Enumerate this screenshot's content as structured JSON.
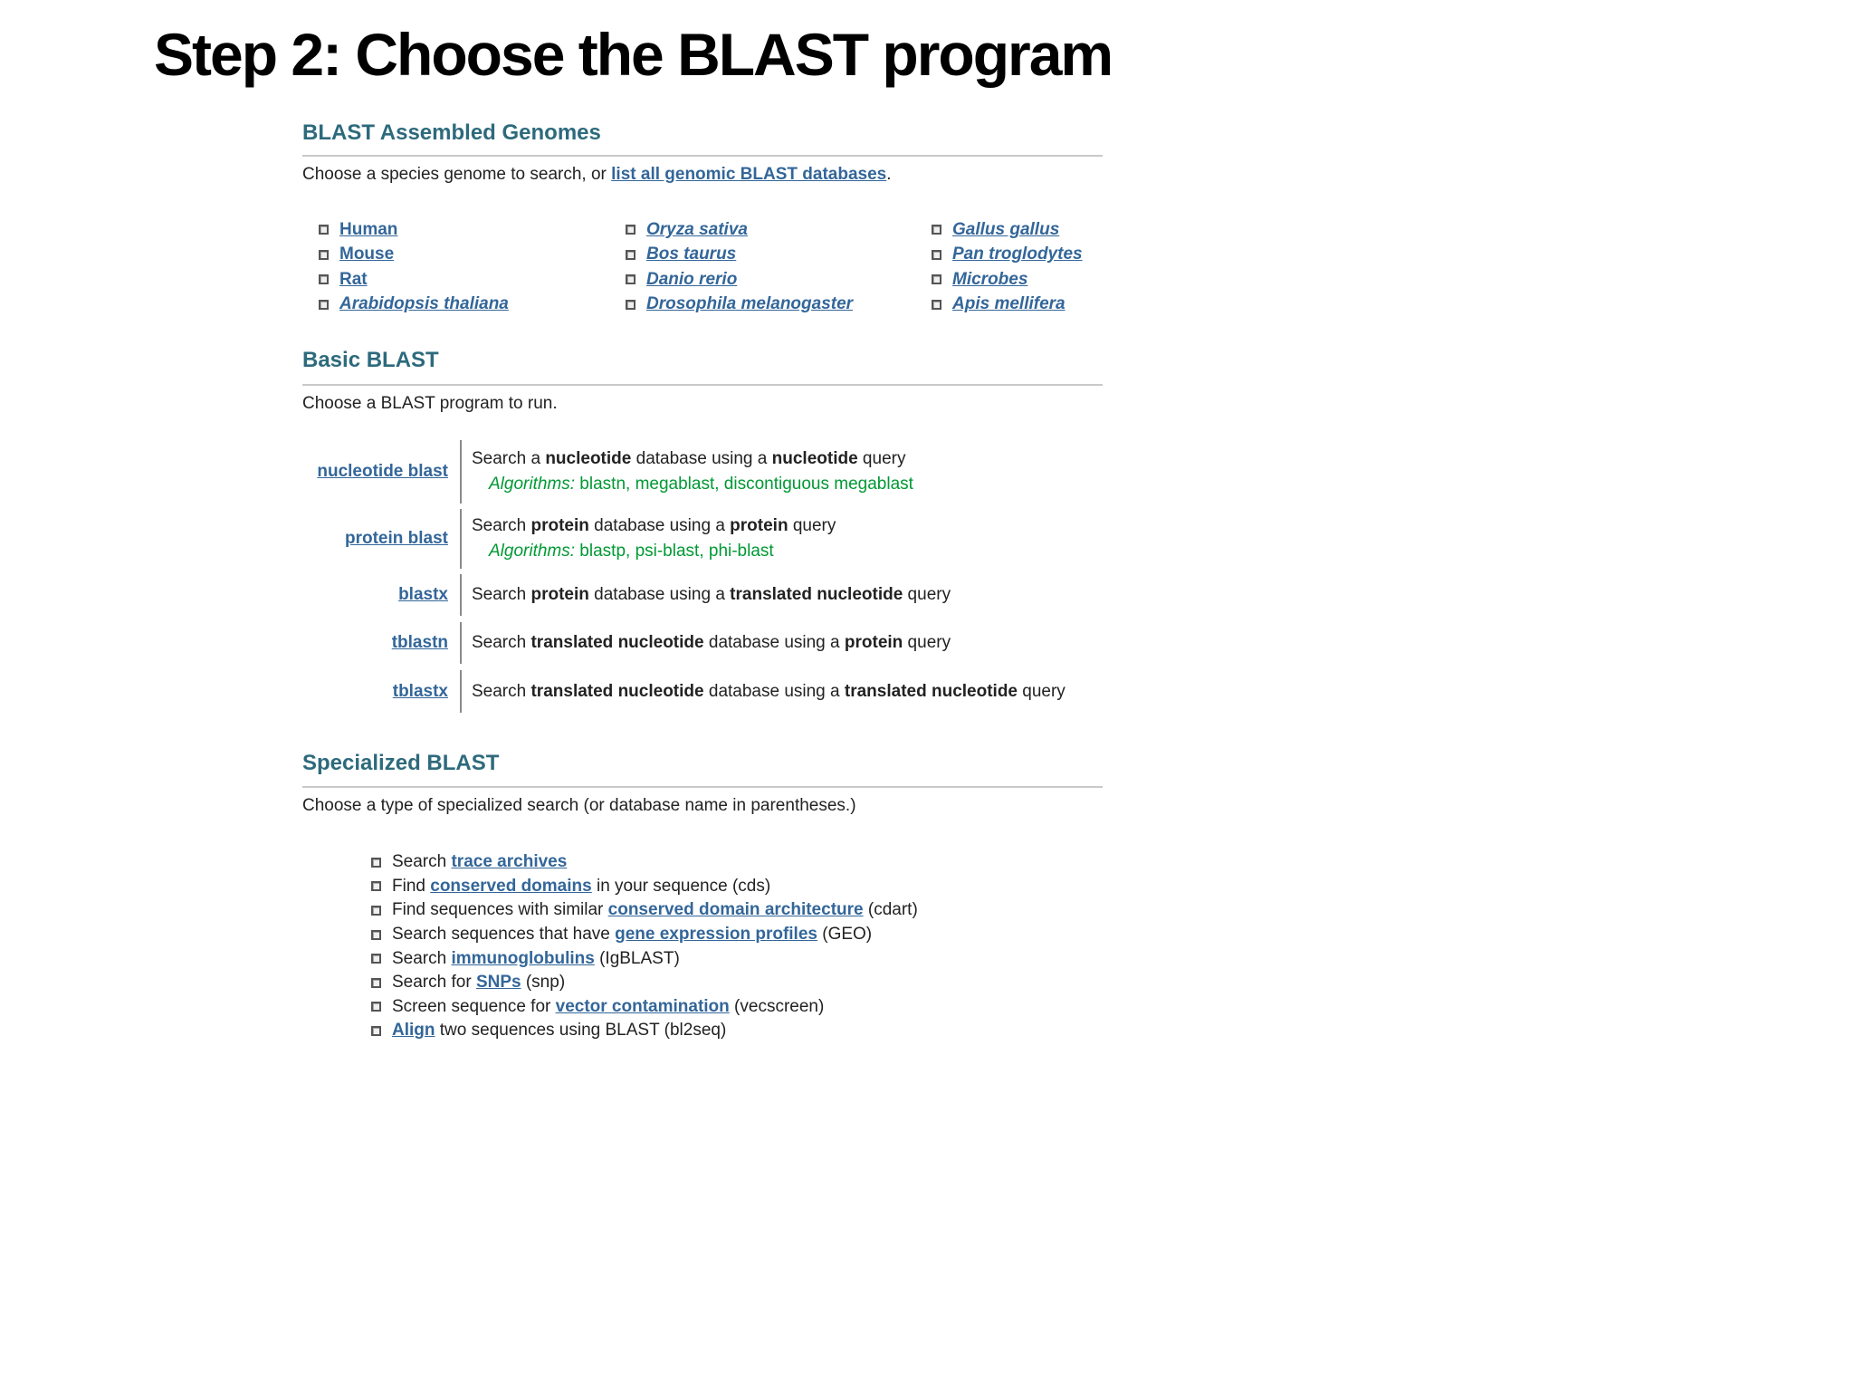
{
  "title": "Step 2: Choose the BLAST program",
  "colors": {
    "heading_teal": "#2d6a7c",
    "link_blue": "#336699",
    "algorithm_green": "#009933",
    "rule_gray": "#c9c9c9",
    "divider_gray": "#8a8a8a",
    "text": "#222222"
  },
  "bullet_icon": "square-bullet",
  "genomes": {
    "heading": "BLAST Assembled Genomes",
    "intro_segments": [
      {
        "t": "plain",
        "x": "Choose a species genome to search, or "
      },
      {
        "t": "link",
        "x": "list all genomic BLAST databases"
      },
      {
        "t": "plain",
        "x": "."
      }
    ],
    "columns": [
      {
        "items": [
          {
            "segments": [
              {
                "t": "link",
                "x": "Human"
              }
            ]
          },
          {
            "segments": [
              {
                "t": "link",
                "x": "Mouse"
              }
            ]
          },
          {
            "segments": [
              {
                "t": "link",
                "x": "Rat"
              }
            ]
          },
          {
            "segments": [
              {
                "t": "linki",
                "x": "Arabidopsis thaliana"
              }
            ]
          }
        ]
      },
      {
        "items": [
          {
            "segments": [
              {
                "t": "linki",
                "x": "Oryza sativa"
              }
            ]
          },
          {
            "segments": [
              {
                "t": "linki",
                "x": "Bos taurus"
              }
            ]
          },
          {
            "segments": [
              {
                "t": "linki",
                "x": "Danio rerio"
              }
            ]
          },
          {
            "segments": [
              {
                "t": "linki",
                "x": "Drosophila melanogaster"
              }
            ]
          }
        ]
      },
      {
        "items": [
          {
            "segments": [
              {
                "t": "linki",
                "x": "Gallus gallus"
              }
            ]
          },
          {
            "segments": [
              {
                "t": "linki",
                "x": "Pan troglodytes"
              }
            ]
          },
          {
            "segments": [
              {
                "t": "linki",
                "x": "Microbes"
              }
            ]
          },
          {
            "segments": [
              {
                "t": "linki",
                "x": "Apis mellifera"
              }
            ]
          }
        ]
      }
    ]
  },
  "basic": {
    "heading": "Basic BLAST",
    "intro": "Choose a BLAST program to run.",
    "rows": [
      {
        "link": "nucleotide blast",
        "desc_segments": [
          {
            "t": "plain",
            "x": "Search a "
          },
          {
            "t": "bold",
            "x": "nucleotide"
          },
          {
            "t": "plain",
            "x": " database using a "
          },
          {
            "t": "bold",
            "x": "nucleotide"
          },
          {
            "t": "plain",
            "x": " query"
          }
        ],
        "algo_segments": [
          {
            "t": "gi",
            "x": "Algorithms:"
          },
          {
            "t": "g",
            "x": " blastn, megablast, discontiguous megablast"
          }
        ]
      },
      {
        "link": "protein blast",
        "desc_segments": [
          {
            "t": "plain",
            "x": "Search "
          },
          {
            "t": "bold",
            "x": "protein"
          },
          {
            "t": "plain",
            "x": " database using a "
          },
          {
            "t": "bold",
            "x": "protein"
          },
          {
            "t": "plain",
            "x": " query"
          }
        ],
        "algo_segments": [
          {
            "t": "gi",
            "x": "Algorithms:"
          },
          {
            "t": "g",
            "x": " blastp, psi-blast, phi-blast"
          }
        ]
      },
      {
        "link": "blastx",
        "desc_segments": [
          {
            "t": "plain",
            "x": "Search "
          },
          {
            "t": "bold",
            "x": "protein"
          },
          {
            "t": "plain",
            "x": " database using a "
          },
          {
            "t": "bold",
            "x": "translated nucleotide"
          },
          {
            "t": "plain",
            "x": " query"
          }
        ]
      },
      {
        "link": "tblastn",
        "desc_segments": [
          {
            "t": "plain",
            "x": "Search "
          },
          {
            "t": "bold",
            "x": "translated nucleotide"
          },
          {
            "t": "plain",
            "x": " database using a "
          },
          {
            "t": "bold",
            "x": "protein"
          },
          {
            "t": "plain",
            "x": " query"
          }
        ]
      },
      {
        "link": "tblastx",
        "desc_segments": [
          {
            "t": "plain",
            "x": "Search "
          },
          {
            "t": "bold",
            "x": "translated nucleotide"
          },
          {
            "t": "plain",
            "x": " database using a "
          },
          {
            "t": "bold",
            "x": "translated nucleotide"
          },
          {
            "t": "plain",
            "x": " query"
          }
        ]
      }
    ]
  },
  "specialized": {
    "heading": "Specialized BLAST",
    "intro": "Choose a type of specialized search (or database name in parentheses.)",
    "items": [
      {
        "segments": [
          {
            "t": "plain",
            "x": "Search "
          },
          {
            "t": "link",
            "x": "trace archives"
          }
        ]
      },
      {
        "segments": [
          {
            "t": "plain",
            "x": "Find "
          },
          {
            "t": "link",
            "x": "conserved domains"
          },
          {
            "t": "plain",
            "x": " in your sequence (cds)"
          }
        ]
      },
      {
        "segments": [
          {
            "t": "plain",
            "x": "Find sequences with similar "
          },
          {
            "t": "link",
            "x": "conserved domain architecture"
          },
          {
            "t": "plain",
            "x": " (cdart)"
          }
        ]
      },
      {
        "segments": [
          {
            "t": "plain",
            "x": "Search sequences that have "
          },
          {
            "t": "link",
            "x": "gene expression profiles"
          },
          {
            "t": "plain",
            "x": " (GEO)"
          }
        ]
      },
      {
        "segments": [
          {
            "t": "plain",
            "x": "Search "
          },
          {
            "t": "link",
            "x": "immunoglobulins"
          },
          {
            "t": "plain",
            "x": " (IgBLAST)"
          }
        ]
      },
      {
        "segments": [
          {
            "t": "plain",
            "x": "Search for "
          },
          {
            "t": "link",
            "x": "SNPs"
          },
          {
            "t": "plain",
            "x": " (snp)"
          }
        ]
      },
      {
        "segments": [
          {
            "t": "plain",
            "x": "Screen sequence for "
          },
          {
            "t": "link",
            "x": "vector contamination"
          },
          {
            "t": "plain",
            "x": " (vecscreen)"
          }
        ]
      },
      {
        "segments": [
          {
            "t": "link",
            "x": "Align"
          },
          {
            "t": "plain",
            "x": " two sequences using BLAST (bl2seq)"
          }
        ]
      }
    ]
  }
}
